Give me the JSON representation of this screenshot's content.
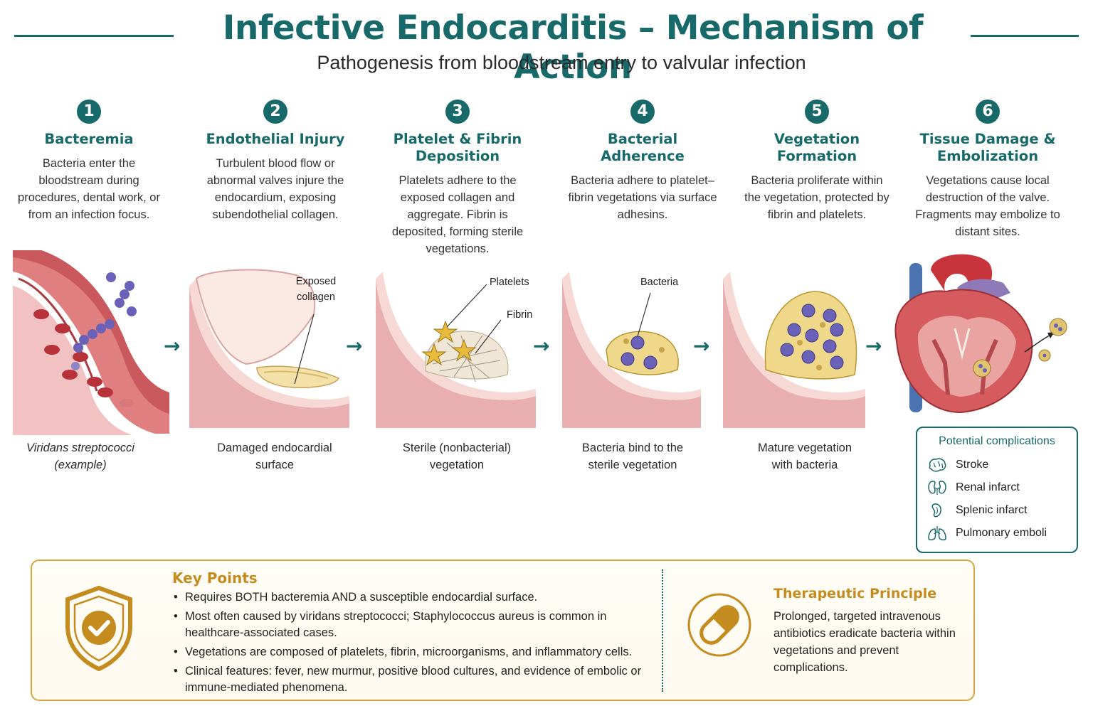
{
  "header": {
    "title": "Infective Endocarditis – Mechanism of Action",
    "subtitle": "Pathogenesis from bloodstream entry to valvular infection"
  },
  "steps": [
    {
      "number": "1",
      "title": "Bacteremia",
      "description": "Bacteria enter the bloodstream during procedures, dental work, or from an infection focus.",
      "caption": "Viridans streptococci (example)"
    },
    {
      "number": "2",
      "title": "Endothelial Injury",
      "description": "Turbulent blood flow or abnormal valves injure the endocardium, exposing subendothelial collagen.",
      "caption": "Damaged endocardial surface",
      "labels": [
        "Exposed collagen"
      ]
    },
    {
      "number": "3",
      "title": "Platelet & Fibrin Deposition",
      "description": "Platelets adhere to the exposed collagen and aggregate. Fibrin is deposited, forming sterile vegetations.",
      "caption": "Sterile (nonbacterial) vegetation",
      "labels": [
        "Platelets",
        "Fibrin"
      ]
    },
    {
      "number": "4",
      "title": "Bacterial Adherence",
      "description": "Bacteria adhere to platelet–fibrin vegetations via surface adhesins.",
      "caption": "Bacteria bind to the sterile vegetation",
      "labels": [
        "Bacteria"
      ]
    },
    {
      "number": "5",
      "title": "Vegetation Formation",
      "description": "Bacteria proliferate within the vegetation, protected by fibrin and platelets.",
      "caption": "Mature vegetation with bacteria"
    },
    {
      "number": "6",
      "title": "Tissue Damage & Embolization",
      "description": "Vegetations cause local destruction of the valve. Fragments may embolize to distant sites."
    }
  ],
  "complications": {
    "title": "Potential complications",
    "items": [
      {
        "label": "Stroke",
        "icon": "brain-icon"
      },
      {
        "label": "Renal infarct",
        "icon": "kidney-icon"
      },
      {
        "label": "Splenic infarct",
        "icon": "spleen-icon"
      },
      {
        "label": "Pulmonary emboli",
        "icon": "lungs-icon"
      }
    ]
  },
  "key_points": {
    "title": "Key Points",
    "items": [
      "Requires BOTH bacteremia AND a susceptible endocardial surface.",
      "Most often caused by viridans streptococci; Staphylococcus aureus is common in healthcare-associated cases.",
      "Vegetations are composed of platelets, fibrin, microorganisms, and inflammatory cells.",
      "Clinical features: fever, new murmur, positive blood cultures, and evidence of embolic or immune-mediated phenomena."
    ]
  },
  "therapeutic": {
    "title": "Therapeutic Principle",
    "text": "Prolonged, targeted intravenous antibiotics eradicate bacteria within vegetations and prevent complications."
  },
  "colors": {
    "teal": "#17696a",
    "gold": "#c48c1e",
    "bacteria": "#6a62b8",
    "tissue": "#e8a7a8"
  },
  "arrow_glyph": "→"
}
